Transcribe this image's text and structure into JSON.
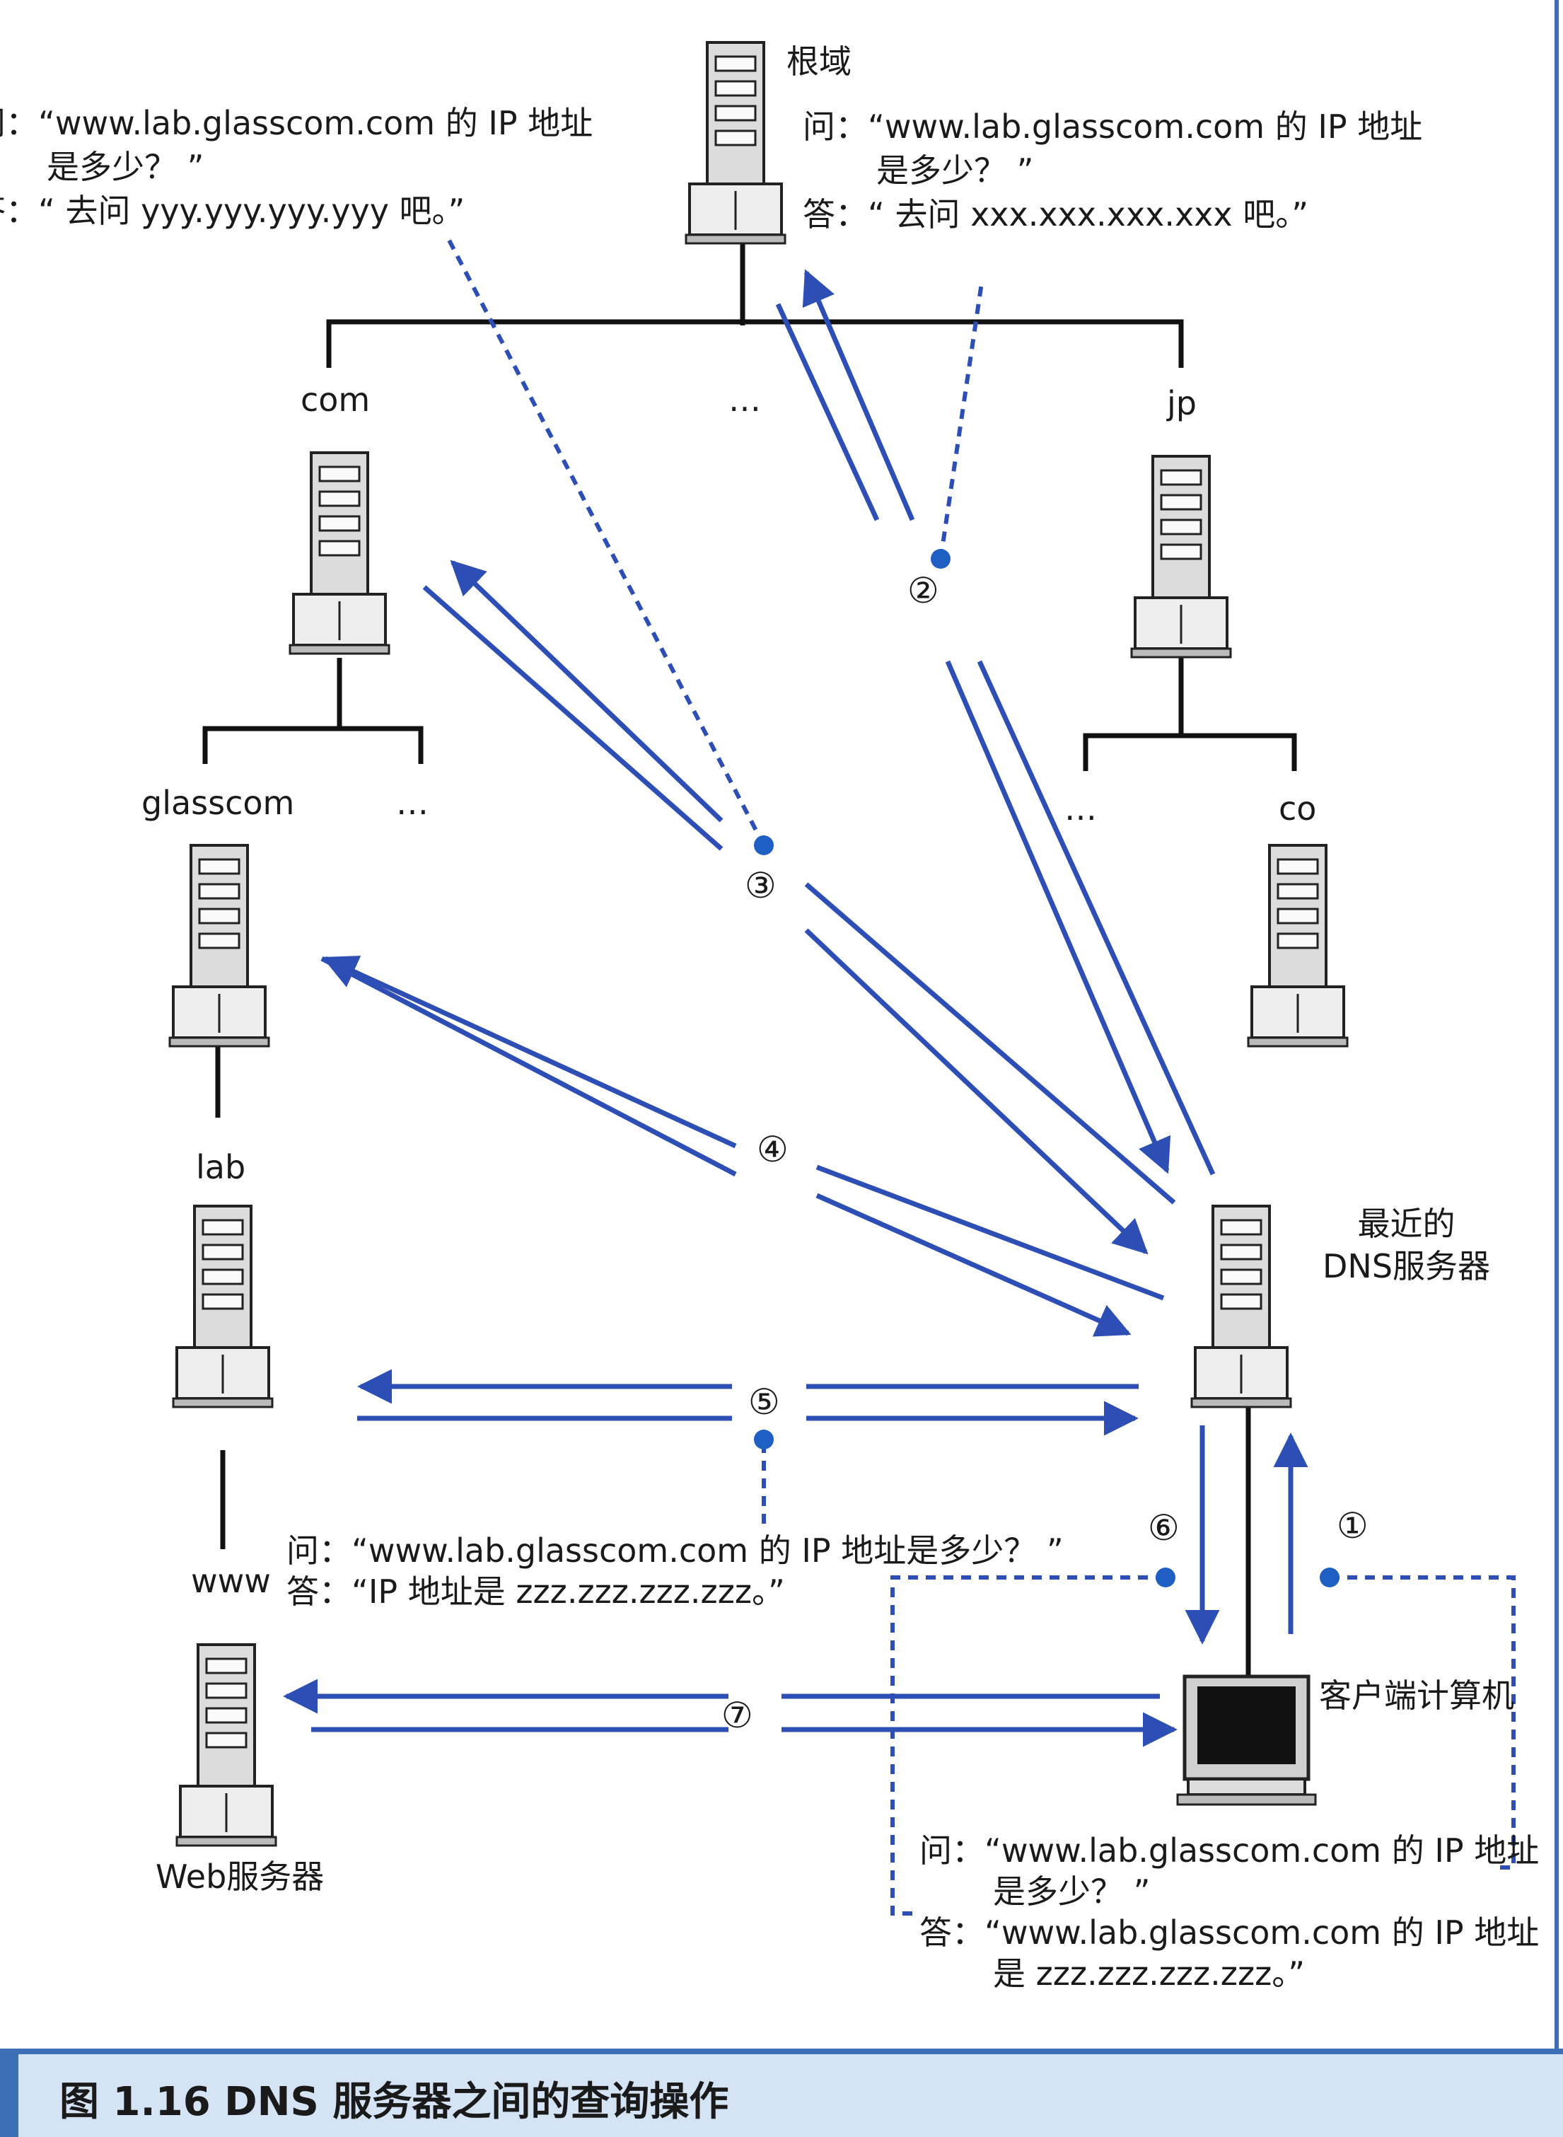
{
  "nodes": {
    "root": "根域",
    "com": "com",
    "root_dots": "…",
    "jp": "jp",
    "glasscom": "glasscom",
    "com_dots": "…",
    "jp_dots": "…",
    "co": "co",
    "lab": "lab",
    "www": "www",
    "nearest_dns": [
      "最近的",
      "DNS服务器"
    ],
    "client": "客户端计算机",
    "web_server": "Web服务器"
  },
  "dialogs": {
    "com_qa": {
      "q1": "问：“www.lab.glasscom.com 的 IP 地址",
      "q2": "是多少？ ”",
      "a": "答：“ 去问 yyy.yyy.yyy.yyy 吧。”"
    },
    "root_qa": {
      "q1": "问：“www.lab.glasscom.com 的 IP 地址",
      "q2": "是多少？ ”",
      "a": "答：“ 去问 xxx.xxx.xxx.xxx 吧。”"
    },
    "lab_qa": {
      "q": "问：“www.lab.glasscom.com 的 IP 地址是多少？ ”",
      "a": "答：“IP 地址是 zzz.zzz.zzz.zzz。”"
    },
    "client_qa": {
      "q1": "问：“www.lab.glasscom.com 的 IP 地址",
      "q2": "是多少？ ”",
      "a1": "答：“www.lab.glasscom.com 的 IP 地址",
      "a2": "是 zzz.zzz.zzz.zzz。”"
    }
  },
  "steps": [
    "①",
    "②",
    "③",
    "④",
    "⑤",
    "⑥",
    "⑦"
  ],
  "caption": "图 1.16    DNS 服务器之间的查询操作",
  "colors": {
    "arrow": "#2d4fb5",
    "dot": "#1f5fc4",
    "accent_bar": "#3d6fb6"
  }
}
